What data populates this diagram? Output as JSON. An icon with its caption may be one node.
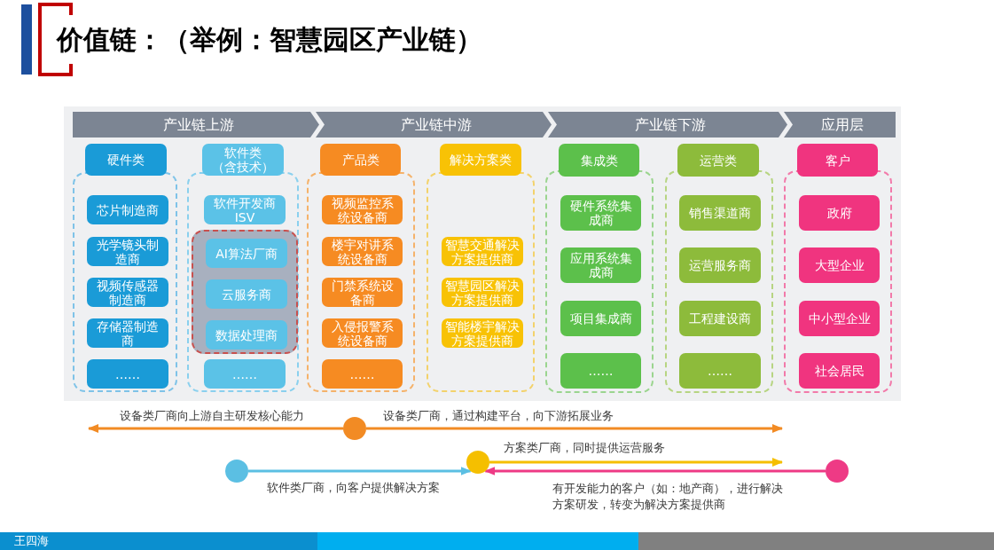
{
  "diagram": {
    "title": "价值链：（举例：智慧园区产业链）",
    "nodes": [
      {
        "text": [
          "产业链上游"
        ]
      },
      {
        "text": [
          "产业链中游"
        ]
      },
      {
        "text": [
          "产业链下游"
        ]
      },
      {
        "text": [
          "应用层"
        ]
      },
      {
        "text": [
          "硬件类"
        ]
      },
      {
        "text": [],
        "shape": "box"
      },
      {
        "text": [
          "芯片制造商"
        ],
        "in": 5
      },
      {
        "text": [
          "光学镜头制造商"
        ],
        "in": 5
      },
      {
        "text": [
          "视频传感器制造商"
        ],
        "in": 5
      },
      {
        "text": [
          "存储器制造商"
        ],
        "in": 5
      },
      {
        "text": [
          "……"
        ],
        "in": 5
      },
      {
        "text": [
          "软件类（含技术）"
        ]
      },
      {
        "text": [],
        "shape": "box"
      },
      {
        "text": [
          "软件开发商 ISV"
        ],
        "in": 12
      },
      {
        "text": [],
        "shape": "box",
        "in": 12
      },
      {
        "text": [
          "AI算法厂商"
        ],
        "in": 14
      },
      {
        "text": [
          "云服务商"
        ],
        "in": 14
      },
      {
        "text": [
          "数据处理商"
        ],
        "in": 14
      },
      {
        "text": [
          "……"
        ],
        "in": 12
      },
      {
        "text": [
          "产品类"
        ]
      },
      {
        "text": [],
        "shape": "box"
      },
      {
        "text": [
          "视频监控系统设备商"
        ],
        "in": 20
      },
      {
        "text": [
          "楼宇对讲系统设备商"
        ],
        "in": 20
      },
      {
        "text": [
          "门禁系统设备商"
        ],
        "in": 20
      },
      {
        "text": [
          "入侵报警系统设备商"
        ],
        "in": 20
      },
      {
        "text": [
          "……"
        ],
        "in": 20
      },
      {
        "text": [
          "解决方案类"
        ]
      },
      {
        "text": [],
        "shape": "box"
      },
      {
        "text": [
          "智慧交通解决方案提供商"
        ],
        "in": 27
      },
      {
        "text": [
          "智慧园区解决方案提供商"
        ],
        "in": 27
      },
      {
        "text": [
          "智能楼宇解决方案提供商"
        ],
        "in": 27
      },
      {
        "text": [
          "集成类"
        ]
      },
      {
        "text": [],
        "shape": "box"
      },
      {
        "text": [
          "硬件系统集成商"
        ],
        "in": 32
      },
      {
        "text": [
          "应用系统集成商"
        ],
        "in": 32
      },
      {
        "text": [
          "项目集成商"
        ],
        "in": 32
      },
      {
        "text": [
          "……"
        ],
        "in": 32
      },
      {
        "text": [
          "运营类"
        ]
      },
      {
        "text": [],
        "shape": "box"
      },
      {
        "text": [
          "销售渠道商"
        ],
        "in": 38
      },
      {
        "text": [
          "运营服务商"
        ],
        "in": 38
      },
      {
        "text": [
          "工程建设商"
        ],
        "in": 38
      },
      {
        "text": [
          "……"
        ],
        "in": 38
      },
      {
        "text": [
          "客户"
        ]
      },
      {
        "text": [],
        "shape": "box"
      },
      {
        "text": [
          "政府"
        ],
        "in": 44
      },
      {
        "text": [
          "大型企业"
        ],
        "in": 44
      },
      {
        "text": [
          "中小型企业"
        ],
        "in": 44
      },
      {
        "text": [
          "社会居民"
        ],
        "in": 44
      },
      {
        "text": [],
        "shape": "circle"
      },
      {
        "text": [],
        "shape": "circle"
      },
      {
        "text": [],
        "shape": "circle"
      },
      {
        "text": [],
        "shape": "circle"
      }
    ],
    "edges": [
      {
        "from": 49,
        "to": null,
        "arrow": "to",
        "label": "设备类厂商向上游自主研发核心能力",
        "color": "#f28b24"
      },
      {
        "from": 49,
        "to": null,
        "arrow": "to",
        "label": "设备类厂商，通过构建平台，向下游拓展业务",
        "color": "#f28b24"
      },
      {
        "from": 50,
        "to": null,
        "arrow": "to",
        "label": "方案类厂商，同时提供运营服务",
        "color": "#f5bf00"
      },
      {
        "from": 51,
        "to": 50,
        "arrow": "to",
        "label": "软件类厂商，向客户提供解决方案",
        "color": "#5bbfe3"
      },
      {
        "from": 52,
        "to": 50,
        "arrow": "to",
        "label": "有开发能力的客户（如：地产商），进行解决方案研发，转变为解决方案提供商",
        "color": "#ee3a85"
      }
    ],
    "labels": [
      "王四海"
    ]
  }
}
